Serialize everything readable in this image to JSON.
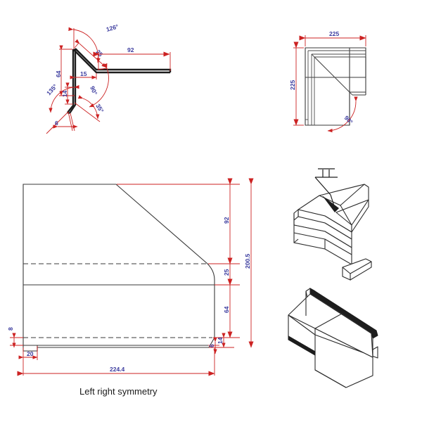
{
  "drawing": {
    "caption": "Left right symmetry",
    "colors": {
      "dimension_text": "#3b3b9e",
      "dimension_line": "#cc2222",
      "part_outline": "#3a3a3a",
      "background": "#ffffff"
    }
  },
  "views": {
    "section_profile": {
      "name": "bent-profile-section-view",
      "dims": {
        "angle_top": "126°",
        "len_25": "25",
        "len_92": "92",
        "len_15": "15",
        "len_64": "64",
        "angle_right": "90°",
        "angle_lower": "35°",
        "angle_left": "135°",
        "len_14": "14",
        "len_6": "6"
      }
    },
    "corner_plan": {
      "name": "corner-plan-view",
      "dims": {
        "width_225": "225",
        "height_225": "225",
        "corner_angle": "90°"
      }
    },
    "flat_pattern": {
      "name": "flat-pattern-view",
      "dims": {
        "len_92": "92",
        "len_25": "25",
        "len_64": "64",
        "len_14": "14",
        "len_6": "6",
        "total_200_5": "200.5",
        "len_8": "8",
        "len_20": "20",
        "total_224_4": "224.4"
      },
      "caption": "Left right symmetry"
    },
    "iso_top": {
      "name": "isometric-view-weld-detail",
      "weld_symbol": "square-groove-weld-symbol"
    },
    "iso_bottom": {
      "name": "isometric-view-corner-assembly"
    }
  }
}
